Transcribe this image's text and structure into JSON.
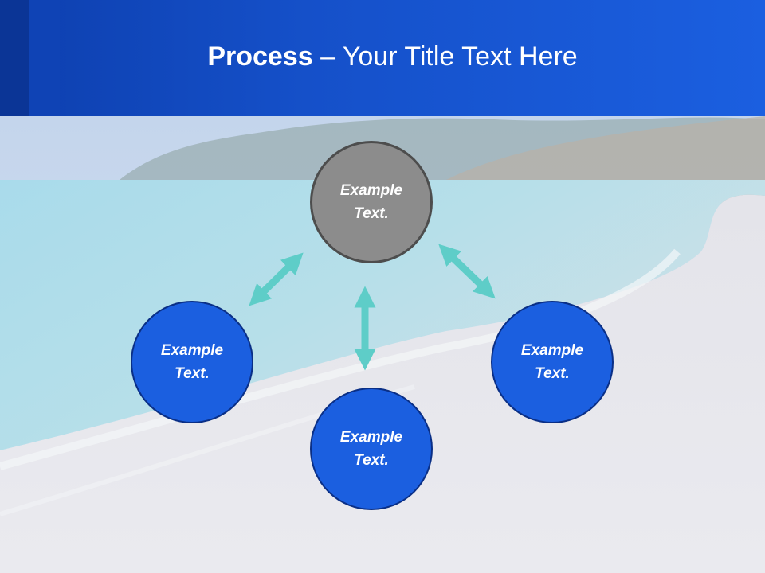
{
  "header": {
    "title_bold": "Process",
    "title_rest": " – Your Title Text Here"
  },
  "diagram": {
    "top": {
      "line1": "Example",
      "line2": "Text."
    },
    "left": {
      "line1": "Example",
      "line2": "Text."
    },
    "bottom": {
      "line1": "Example",
      "line2": "Text."
    },
    "right": {
      "line1": "Example",
      "line2": "Text."
    }
  },
  "colors": {
    "header_blue": "#1b5fe0",
    "circle_blue": "#1b5fe0",
    "circle_grey": "#8c8c8c",
    "arrow_teal": "#5ecdc8"
  }
}
